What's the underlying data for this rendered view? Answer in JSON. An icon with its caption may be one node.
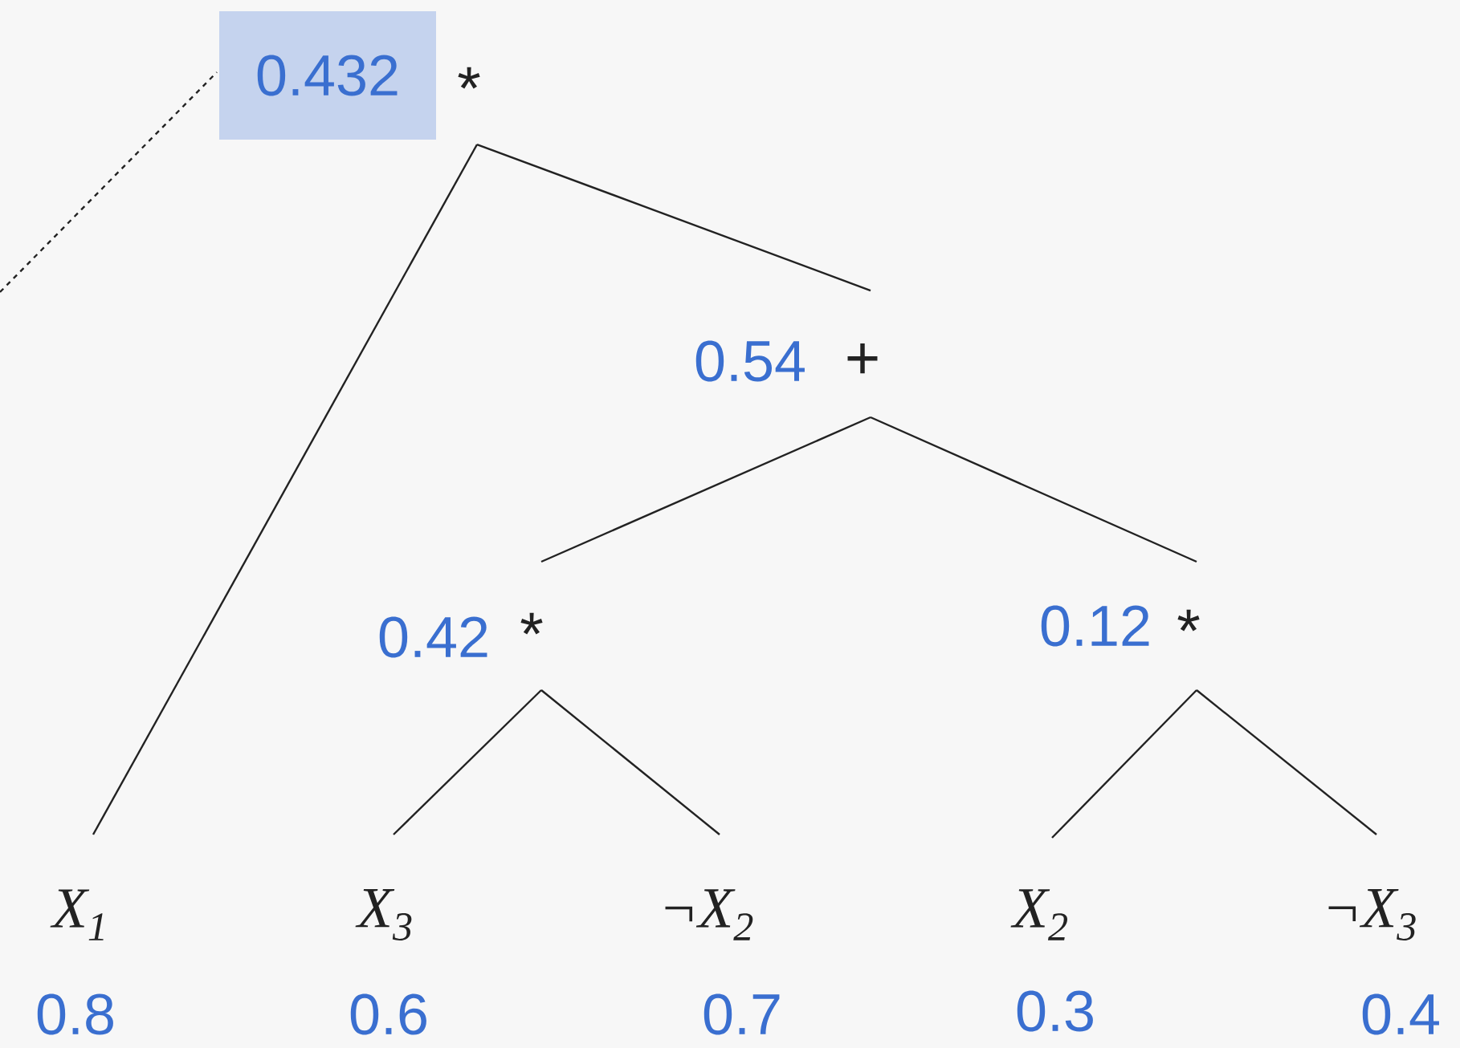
{
  "diagram": {
    "nodes": [
      {
        "text": [
          "*"
        ],
        "beside": [
          "0.432"
        ]
      },
      {
        "text": [
          "+"
        ],
        "beside": [
          "0.54"
        ]
      },
      {
        "text": [
          "*"
        ],
        "beside": [
          "0.42"
        ]
      },
      {
        "text": [
          "*"
        ],
        "beside": [
          "0.12"
        ]
      },
      {
        "text": [
          "X$_{1}$"
        ],
        "beside": [
          "0.8"
        ]
      },
      {
        "text": [
          "X$_{3}$"
        ],
        "beside": [
          "0.6"
        ]
      },
      {
        "text": [
          "¬X$_{2}$"
        ],
        "beside": [
          "0.7"
        ]
      },
      {
        "text": [
          "X$_{2}$"
        ],
        "beside": [
          "0.3"
        ]
      },
      {
        "text": [
          "¬X$_{3}$"
        ],
        "beside": [
          "0.4"
        ]
      }
    ],
    "edges": [
      {
        "from": null,
        "to": 0,
        "arrow": "none",
        "style": "dashed"
      },
      {
        "from": 0,
        "to": 4,
        "arrow": "none"
      },
      {
        "from": 0,
        "to": 1,
        "arrow": "none"
      },
      {
        "from": 1,
        "to": 2,
        "arrow": "none"
      },
      {
        "from": 1,
        "to": 3,
        "arrow": "none"
      },
      {
        "from": 2,
        "to": 5,
        "arrow": "none"
      },
      {
        "from": 2,
        "to": 6,
        "arrow": "none"
      },
      {
        "from": 3,
        "to": 7,
        "arrow": "none"
      },
      {
        "from": 3,
        "to": 8,
        "arrow": "none"
      }
    ]
  }
}
